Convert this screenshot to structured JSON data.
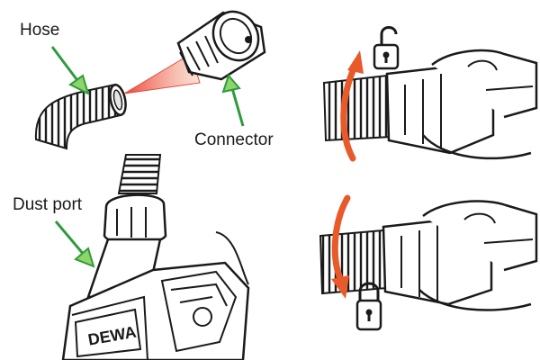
{
  "labels": {
    "hose": "Hose",
    "connector": "Connector",
    "dust_port": "Dust port"
  },
  "brand_text": "DEWA",
  "colors": {
    "green_arrow": "#2e9b3c",
    "green_arrow_fill": "#8fd46a",
    "orange_arrow": "#e85a2a",
    "red_cone": "#e8463a",
    "ink": "#1a1a1a"
  },
  "icons": {
    "top_right": "unlocked-padlock-icon",
    "bottom_right": "locked-padlock-icon"
  }
}
